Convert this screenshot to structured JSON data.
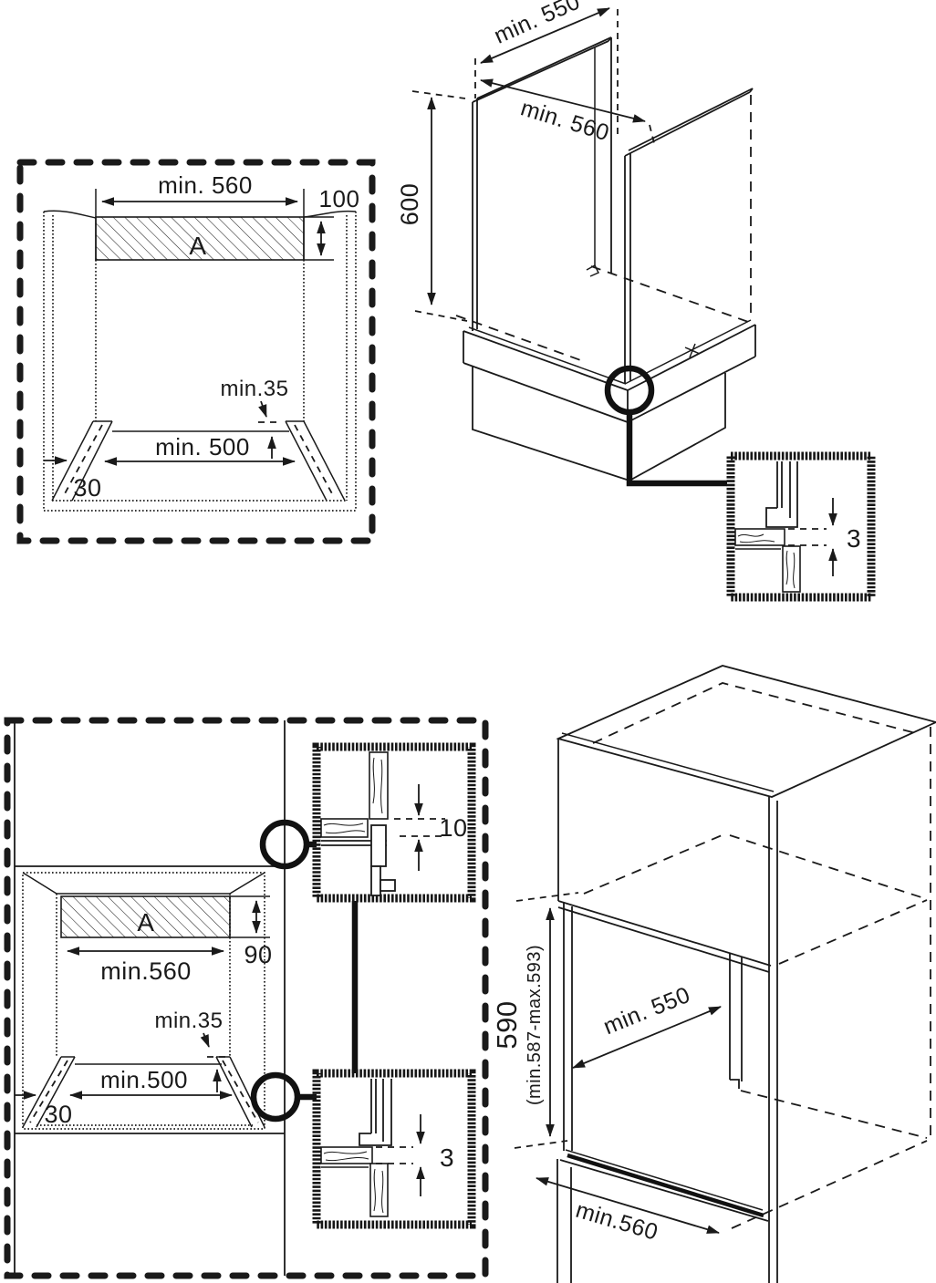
{
  "figure": {
    "under_counter": {
      "front_view": {
        "width_top": "min. 560",
        "vent_height": "100",
        "vent_label": "A",
        "rear_gap": "min.35",
        "width_bottom": "min. 500",
        "side_vent": "30"
      },
      "iso_view": {
        "depth_worktop": "min. 550",
        "depth_niche": "min. 560",
        "height": "600"
      },
      "detail": {
        "gap": "3"
      }
    },
    "column": {
      "front_view": {
        "vent_label": "A",
        "vent_height": "90",
        "width_top": "min.560",
        "rear_gap": "min.35",
        "width_bottom": "min.500",
        "side_vent": "30"
      },
      "detail_top": {
        "gap": "10"
      },
      "detail_bottom": {
        "gap": "3"
      },
      "iso_view": {
        "height": "590",
        "height_range": "(min.587-max.593)",
        "depth": "min. 550",
        "width": "min.560"
      }
    }
  }
}
